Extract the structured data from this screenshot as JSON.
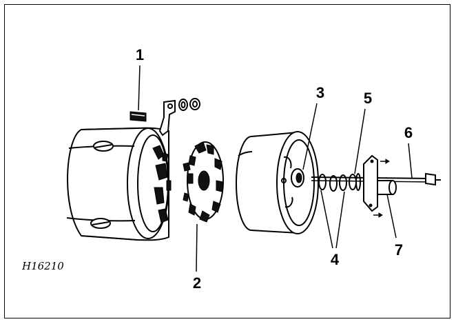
{
  "figure": {
    "reference_code": "H16210",
    "callouts": [
      {
        "id": "1",
        "label": "1"
      },
      {
        "id": "2",
        "label": "2"
      },
      {
        "id": "3",
        "label": "3"
      },
      {
        "id": "4",
        "label": "4"
      },
      {
        "id": "5",
        "label": "5"
      },
      {
        "id": "6",
        "label": "6"
      },
      {
        "id": "7",
        "label": "7"
      }
    ]
  }
}
